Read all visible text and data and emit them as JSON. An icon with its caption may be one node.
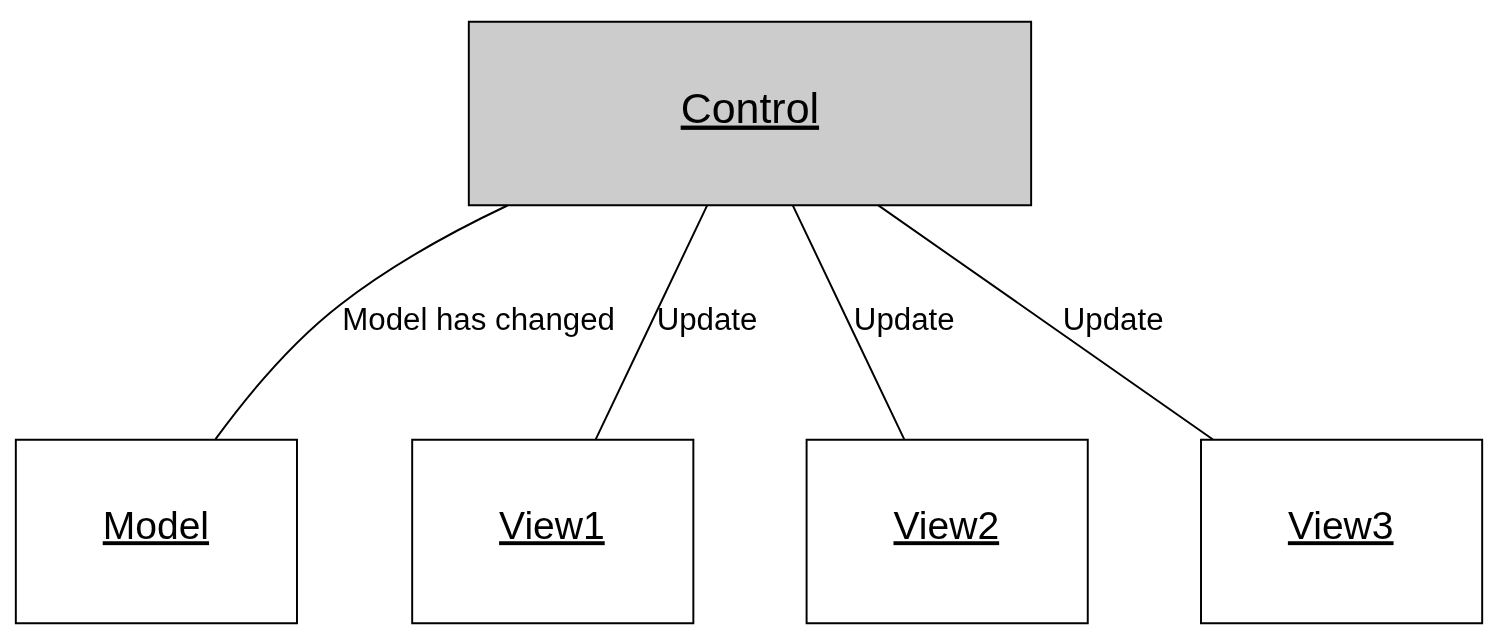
{
  "diagram": {
    "nodes": [
      {
        "text": [
          "Control"
        ]
      },
      {
        "text": [
          "Model"
        ]
      },
      {
        "text": [
          "View1"
        ]
      },
      {
        "text": [
          "View2"
        ]
      },
      {
        "text": [
          "View3"
        ]
      }
    ],
    "edges": [
      {
        "from": 1,
        "to": 0,
        "arrow": "none",
        "label": "Model has changed"
      },
      {
        "from": 0,
        "to": 2,
        "arrow": "none",
        "label": "Update"
      },
      {
        "from": 0,
        "to": 3,
        "arrow": "none",
        "label": "Update"
      },
      {
        "from": 0,
        "to": 4,
        "arrow": "none",
        "label": "Update"
      }
    ]
  }
}
